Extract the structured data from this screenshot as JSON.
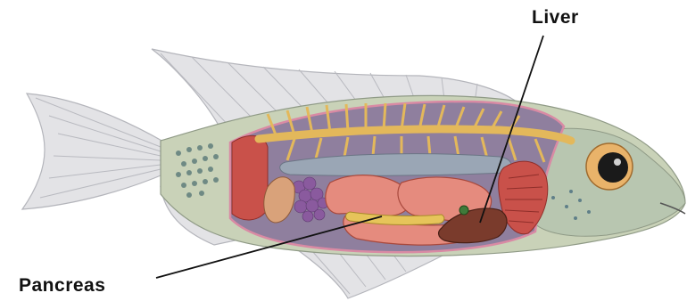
{
  "labels": {
    "liver": "Liver",
    "pancreas": "Pancreas"
  },
  "colors": {
    "fin": "#e3e3e6",
    "fin_ray": "#b9bac0",
    "body_skin": "#c9d2b8",
    "cavity": "#8f7f9e",
    "cavity_outline": "#d98aa4",
    "spine": "#e3b85b",
    "muscle": "#c9514a",
    "intestine": "#e58b7e",
    "pancreas": "#e6c45a",
    "liver": "#7a3b2c",
    "kidney": "#9aa6b5",
    "eye_ring": "#e9b36a"
  },
  "icons": {
    "main_illustration": "fish-anatomy-illustration"
  }
}
